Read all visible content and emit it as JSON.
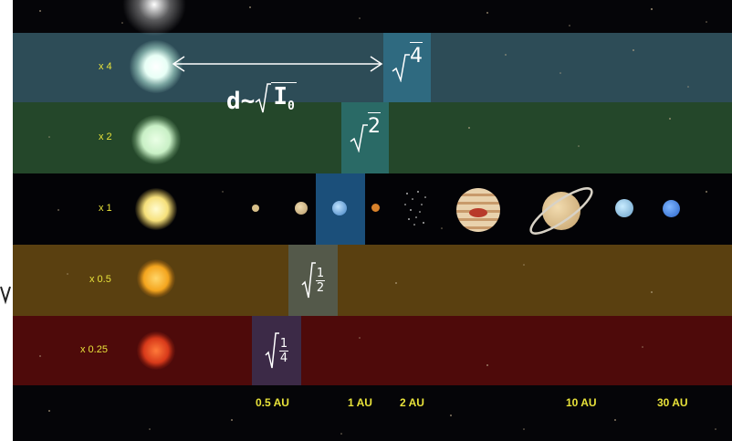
{
  "bands": [
    {
      "multiplier": "x 4",
      "color": "#2d4c57",
      "root": "4"
    },
    {
      "multiplier": "x 2",
      "color": "#24472a",
      "root": "2"
    },
    {
      "multiplier": "x 1",
      "color": "#030306"
    },
    {
      "multiplier": "x 0.5",
      "color": "#5a4010",
      "root_num": "1",
      "root_den": "2"
    },
    {
      "multiplier": "x 0.25",
      "color": "#4e0a0a",
      "root_num": "1",
      "root_den": "4"
    }
  ],
  "formula": {
    "lhs": "d~",
    "radicand": "I",
    "subscript": "0"
  },
  "au_labels": [
    "0.5 AU",
    "1 AU",
    "2 AU",
    "10 AU",
    "30 AU"
  ],
  "colors": {
    "label_yellow": "#e8e23a",
    "root_box_x4": "#2f6a80",
    "root_box_x2": "#2a6a66",
    "root_box_x1": "#1b4f7a",
    "root_box_x05": "#54594a",
    "root_box_x025": "#3c2a47"
  },
  "icons": [
    "double-arrow-icon",
    "sqrt-symbol"
  ]
}
